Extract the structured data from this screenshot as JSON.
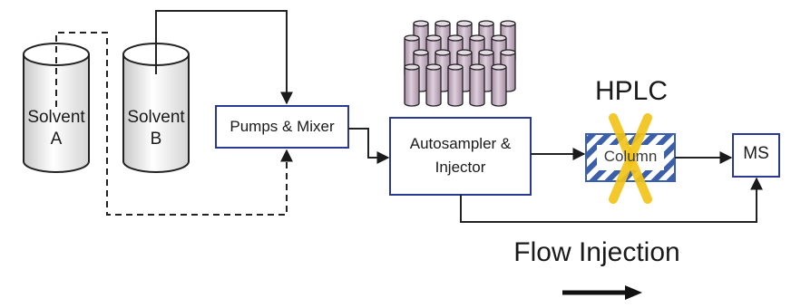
{
  "solvent_a": {
    "line1": "Solvent",
    "line2": "A"
  },
  "solvent_b": {
    "line1": "Solvent",
    "line2": "B"
  },
  "pumps": "Pumps & Mixer",
  "autosampler": {
    "line1": "Autosampler &",
    "line2": "Injector"
  },
  "hplc_label": "HPLC",
  "column": "Column",
  "ms": "MS",
  "flow_injection": "Flow Injection",
  "colors": {
    "box_border": "#2a3a93",
    "vial_fill": "#c9b4c8",
    "cross": "#f2c418",
    "column_hatch": "#3b5fa8"
  }
}
